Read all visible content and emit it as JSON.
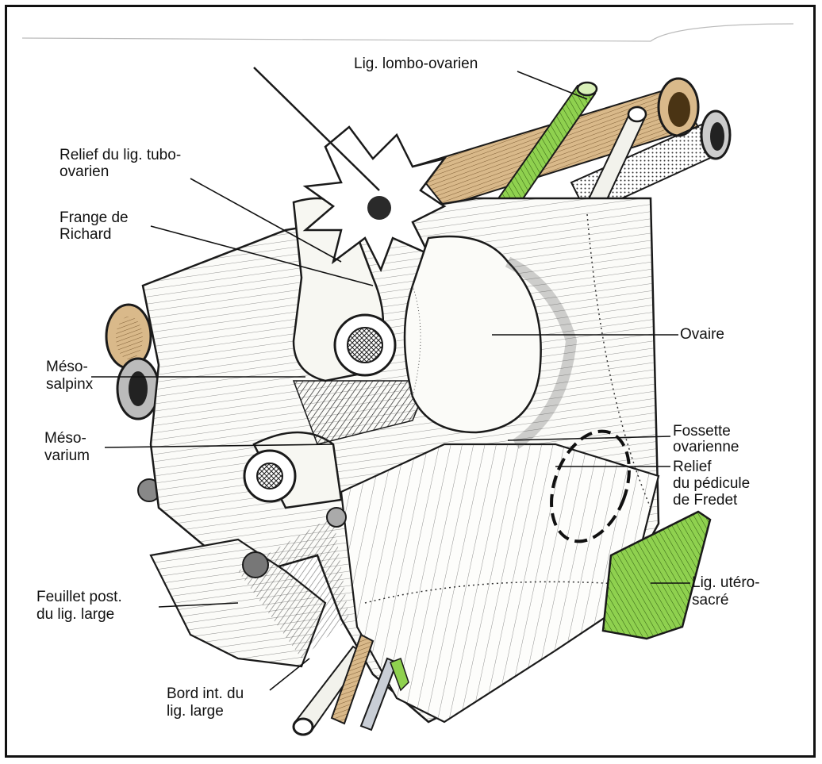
{
  "labels": {
    "lombo_ovarien": "Lig. lombo-ovarien",
    "relief_tubo_1": "Relief du lig. tubo-",
    "relief_tubo_2": "ovarien",
    "frange_1": "Frange de",
    "frange_2": "Richard",
    "ovaire": "Ovaire",
    "meso_salpinx_1": "Méso-",
    "meso_salpinx_2": "salpinx",
    "meso_varium_1": "Méso-",
    "meso_varium_2": "varium",
    "fossette_1": "Fossette",
    "fossette_2": "ovarienne",
    "relief_pedicule_1": "Relief",
    "relief_pedicule_2": "du pédicule",
    "relief_pedicule_3": "de Fredet",
    "utero_sacre_1": "Lig. utéro-",
    "utero_sacre_2": "sacré",
    "feuillet_1": "Feuillet post.",
    "feuillet_2": "du lig. large",
    "bord_1": "Bord int. du",
    "bord_2": "lig. large"
  },
  "colors": {
    "green": "#8fd14f",
    "tan": "#d9b98a",
    "ink": "#1a1a1a",
    "paper": "#ffffff"
  }
}
